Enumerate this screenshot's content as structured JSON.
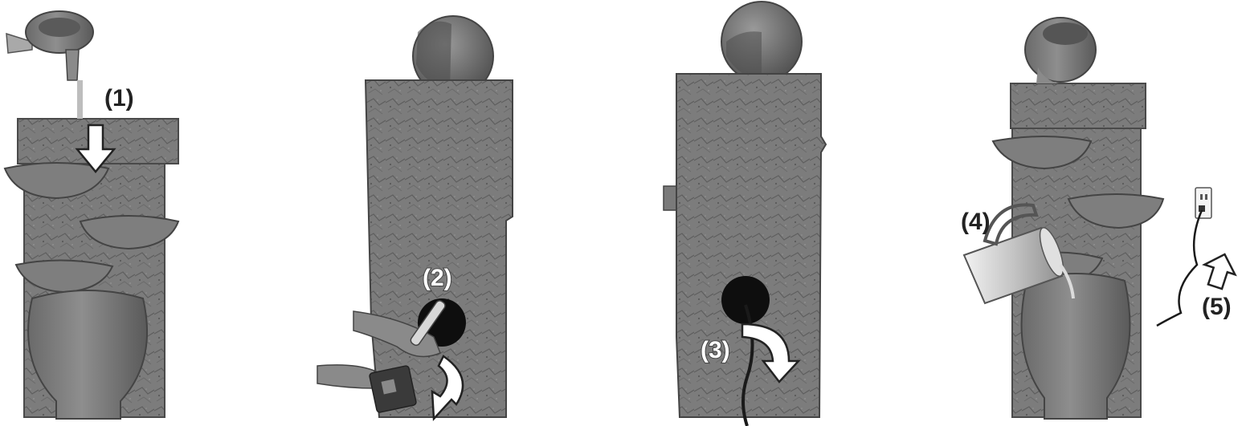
{
  "steps": [
    {
      "label": "(1)"
    },
    {
      "label": "(2)"
    },
    {
      "label": "(3)"
    },
    {
      "label": "(4)"
    },
    {
      "label": "(5)"
    }
  ],
  "colors": {
    "stone": "#7a7a7a",
    "stone_dark": "#5c5c5c",
    "stone_light": "#9a9a9a",
    "arrow_fill": "#ffffff",
    "arrow_stroke": "#222222",
    "label": "#222222"
  }
}
